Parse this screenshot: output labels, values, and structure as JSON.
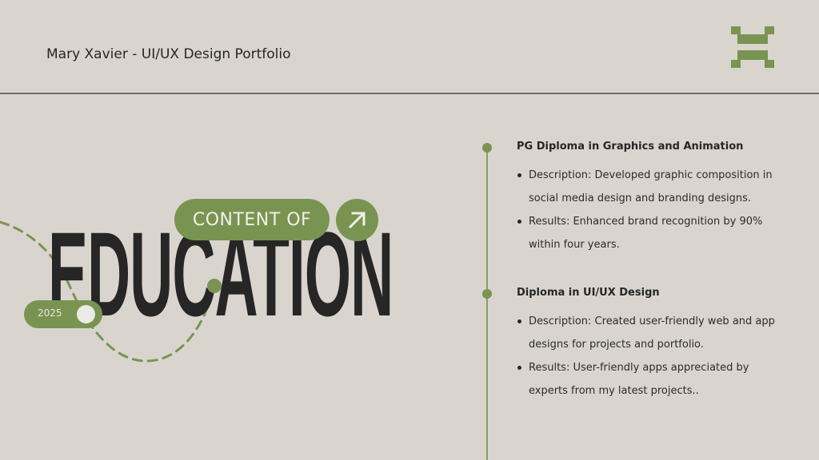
{
  "header": {
    "title": "Mary Xavier - UI/UX Design Portfolio"
  },
  "logo": {
    "icon": "brand-logo-icon"
  },
  "hero": {
    "big_title": "EDUCATION",
    "pill_label": "CONTENT OF",
    "arrow_icon": "arrow-up-right-icon",
    "year": "2025"
  },
  "timeline": {
    "entries": [
      {
        "title": "PG Diploma in Graphics and Animation",
        "bullets": [
          "Description: Developed graphic composition in social media design and branding designs.",
          "Results: Enhanced brand recognition by 90% within four years."
        ]
      },
      {
        "title": "Diploma in UI/UX Design",
        "bullets": [
          "Description: Created user-friendly web and app designs for projects and portfolio.",
          "Results: User-friendly apps  appreciated by experts from my latest projects.."
        ]
      }
    ]
  },
  "colors": {
    "background": "#d9d5ce",
    "accent": "#799451",
    "text": "#262626"
  }
}
